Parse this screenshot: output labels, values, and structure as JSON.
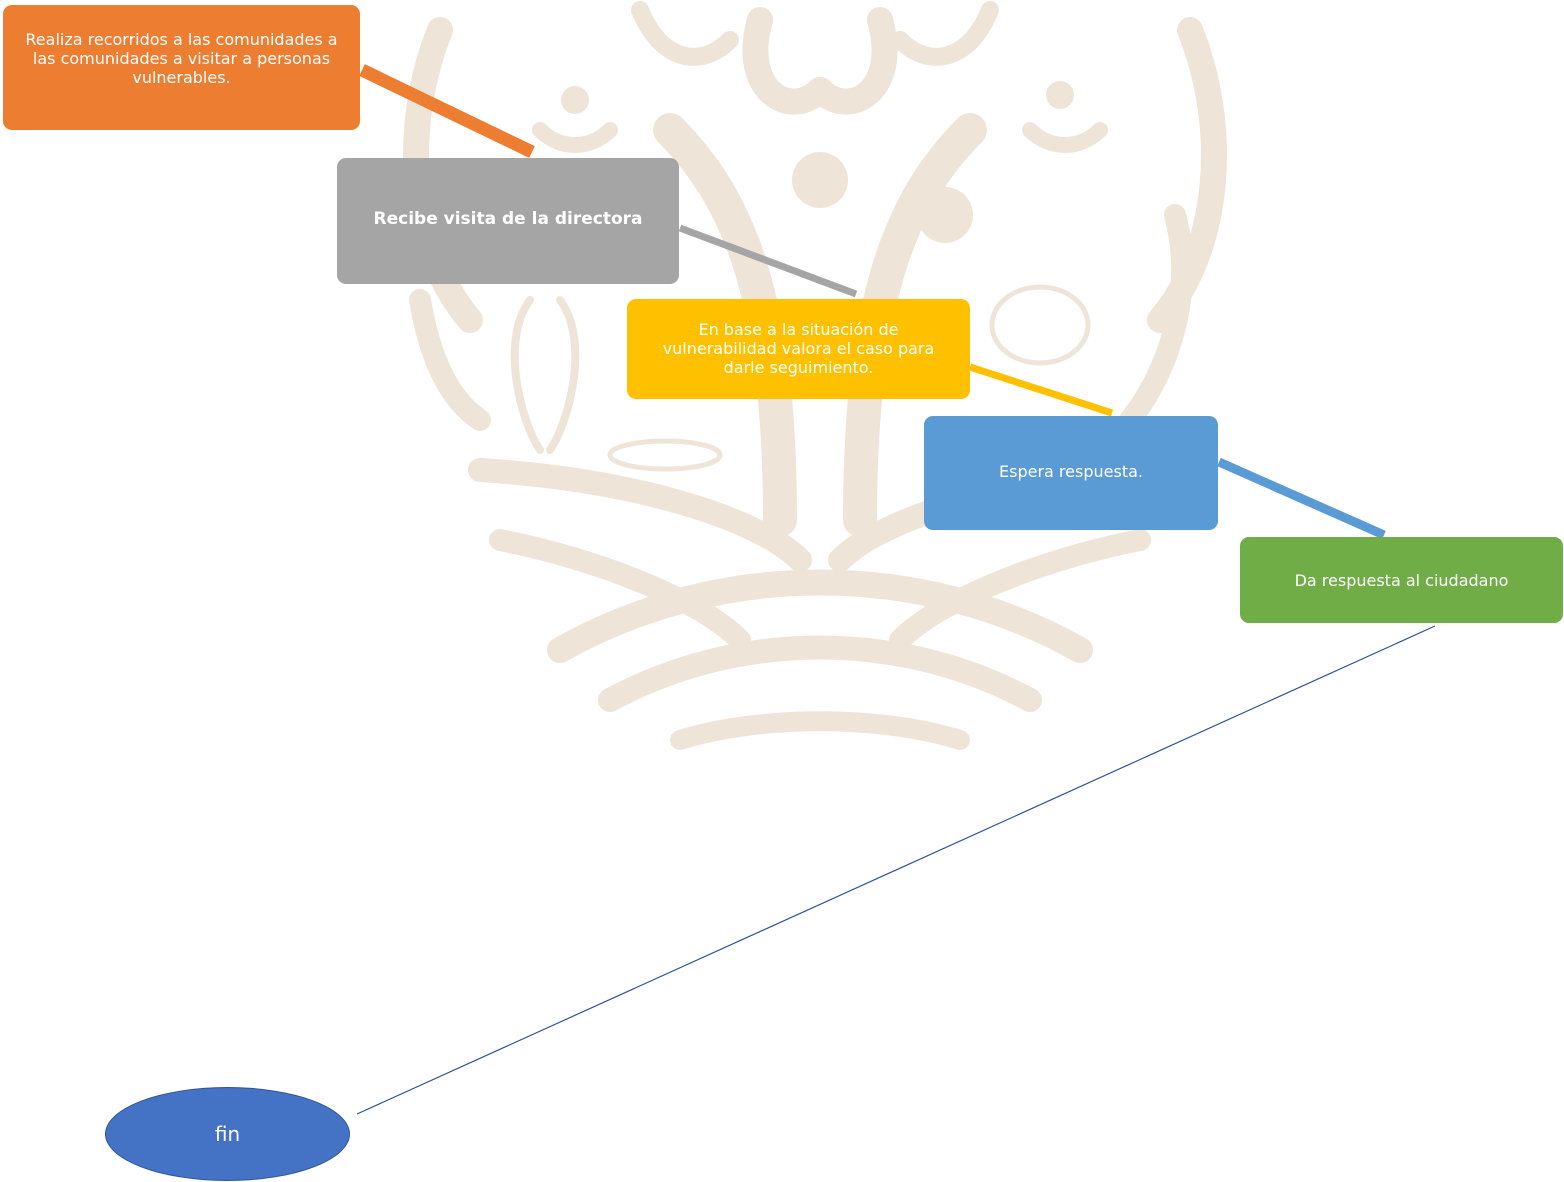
{
  "colors": {
    "orange": "#ed7d31",
    "gray": "#a5a5a5",
    "gold": "#ffc000",
    "blue": "#5b9bd5",
    "green": "#70ad47",
    "end_blue": "#4472c4",
    "watermark": "#efe4d8"
  },
  "steps": [
    {
      "text": "Realiza recorridos a las comunidades a las comunidades a visitar a personas vulnerables."
    },
    {
      "text": "Recibe visita de la directora"
    },
    {
      "text": "En base a la situación de vulnerabilidad valora el caso para darle seguimiento."
    },
    {
      "text": "Espera respuesta."
    },
    {
      "text": "Da respuesta al ciudadano"
    }
  ],
  "end": {
    "label": "fin"
  }
}
